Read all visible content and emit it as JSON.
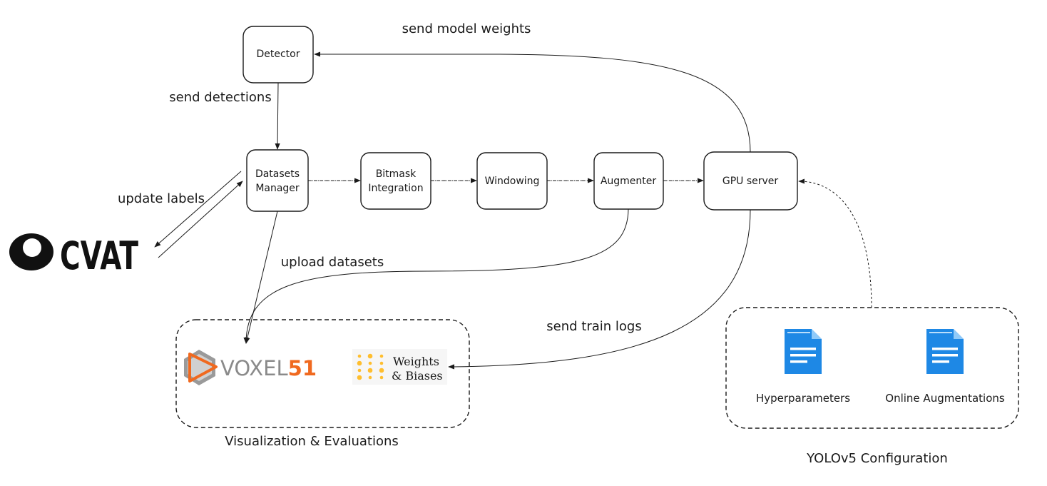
{
  "nodes": {
    "detector": "Detector",
    "datasets_manager": [
      "Datasets",
      "Manager"
    ],
    "bitmask_integration": [
      "Bitmask",
      "Integration"
    ],
    "windowing": "Windowing",
    "augmenter": "Augmenter",
    "gpu_server": "GPU server"
  },
  "edges": {
    "send_model_weights": "send model weights",
    "send_detections": "send detections",
    "update_labels": "update labels",
    "upload_datasets": "upload datasets",
    "send_train_logs": "send train logs"
  },
  "logos": {
    "cvat": "CVAT",
    "voxel_a": "VOXEL",
    "voxel_b": "51",
    "wandb_line1": "Weights",
    "wandb_line2": "& Biases"
  },
  "groups": {
    "visualization": "Visualization & Evaluations",
    "yolo_config": "YOLOv5 Configuration"
  },
  "documents": {
    "hyperparameters": "Hyperparameters",
    "online_augmentations": "Online Augmentations"
  },
  "colors": {
    "stroke": "#1a1a1a",
    "voxel_orange": "#f0691f",
    "voxel_gray": "#8a8a8a",
    "wandb_yellow": "#ffbe2e",
    "doc_blue": "#1e88e5",
    "doc_blue_light": "#64b5f6"
  }
}
